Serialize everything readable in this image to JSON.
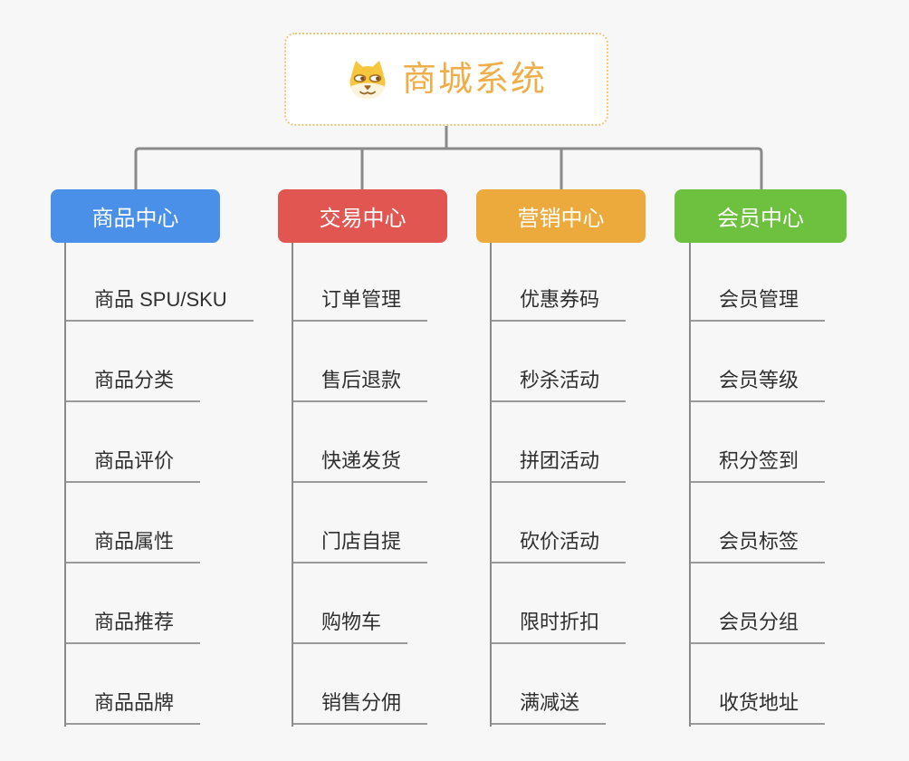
{
  "page": {
    "background_color": "#f7f7f7"
  },
  "root": {
    "title": "商城系统",
    "icon": "shiba-dog-icon",
    "text_color": "#efae4a",
    "border_color": "#f2c57e",
    "background_color": "#ffffff"
  },
  "connectors": {
    "line_color": "#8a8a8a",
    "underline_color": "#9a9a9a"
  },
  "branches": [
    {
      "label": "商品中心",
      "color": "#4a90e8",
      "children": [
        "商品 SPU/SKU",
        "商品分类",
        "商品评价",
        "商品属性",
        "商品推荐",
        "商品品牌"
      ]
    },
    {
      "label": "交易中心",
      "color": "#e25652",
      "children": [
        "订单管理",
        "售后退款",
        "快递发货",
        "门店自提",
        "购物车",
        "销售分佣"
      ]
    },
    {
      "label": "营销中心",
      "color": "#ecaa3d",
      "children": [
        "优惠券码",
        "秒杀活动",
        "拼团活动",
        "砍价活动",
        "限时折扣",
        "满减送"
      ]
    },
    {
      "label": "会员中心",
      "color": "#6dc13f",
      "children": [
        "会员管理",
        "会员等级",
        "积分签到",
        "会员标签",
        "会员分组",
        "收货地址"
      ]
    }
  ]
}
